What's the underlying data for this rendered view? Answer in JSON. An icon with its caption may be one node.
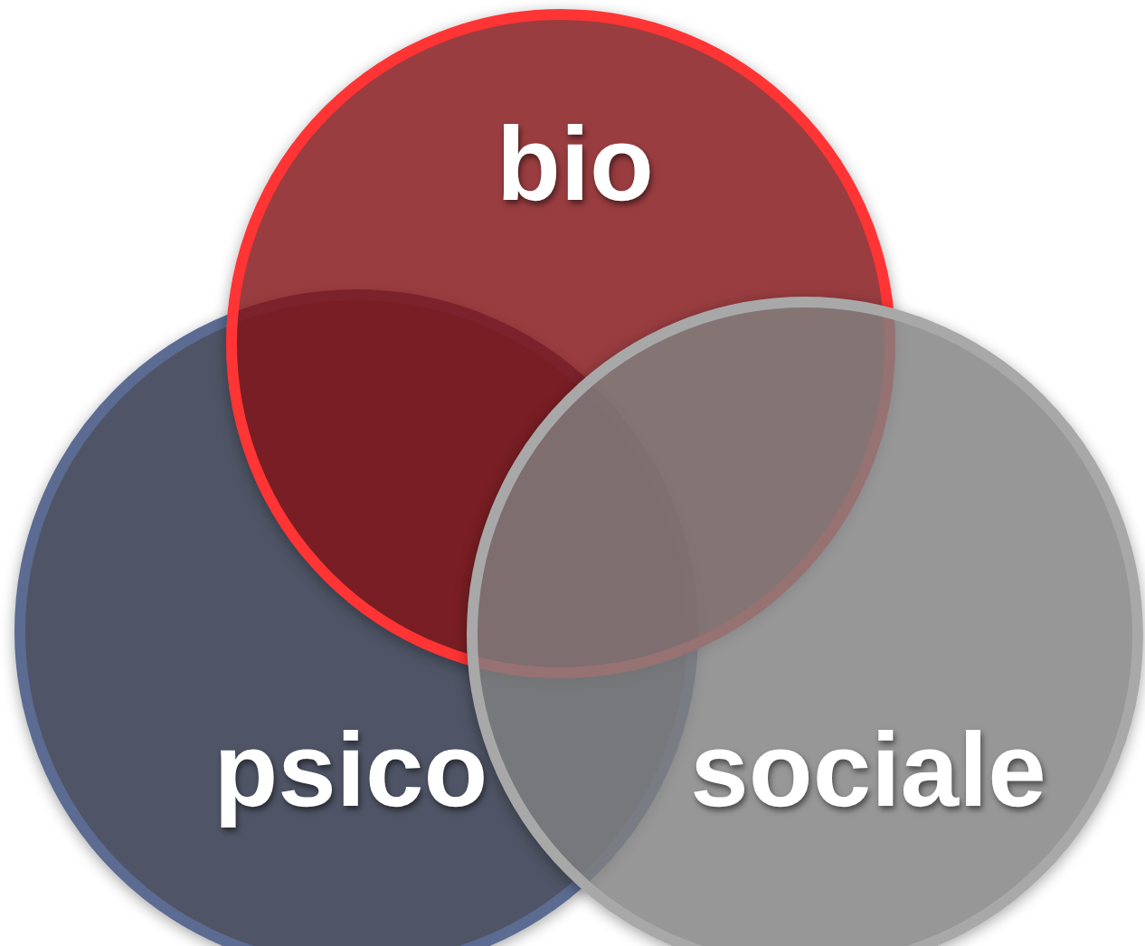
{
  "diagram": {
    "nodes": [
      {
        "text": [
          "bio"
        ]
      },
      {
        "text": [
          "psico"
        ]
      },
      {
        "text": [
          "sociale"
        ]
      }
    ]
  }
}
